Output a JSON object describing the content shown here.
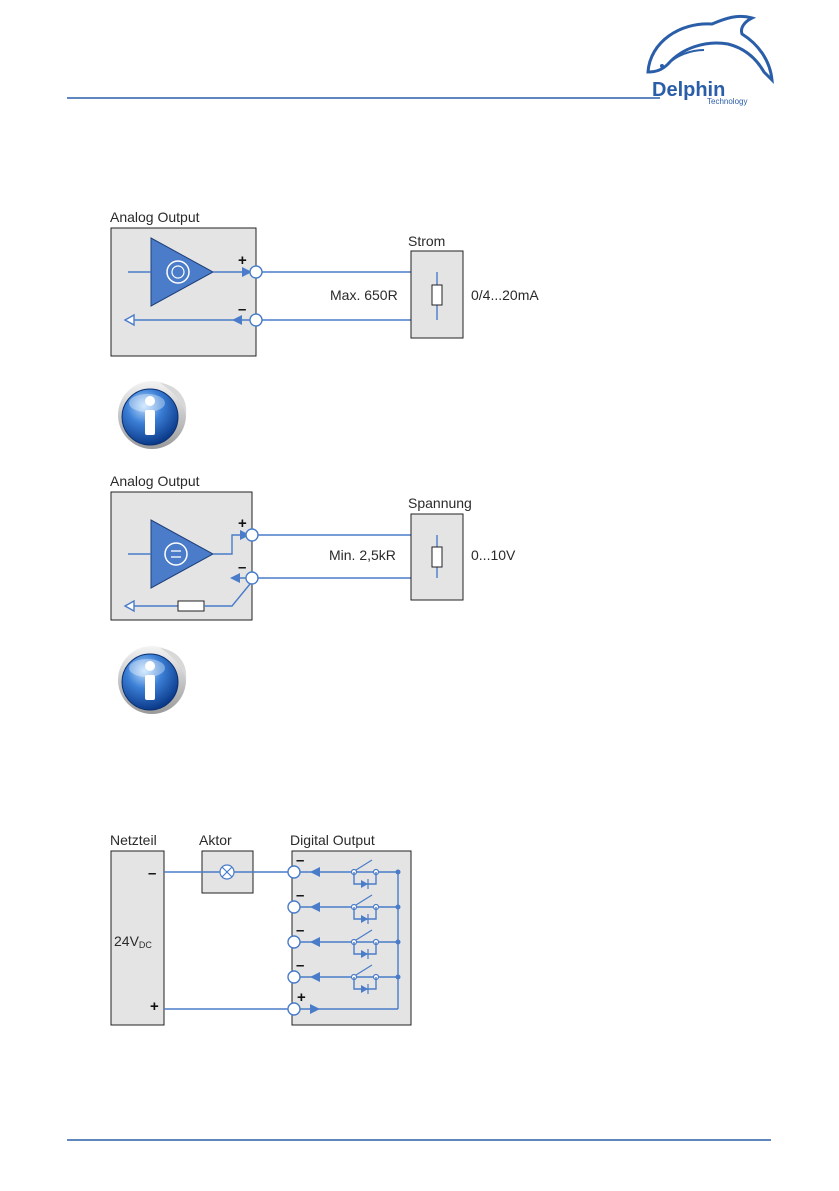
{
  "header": {
    "logo_name": "Delphin",
    "logo_sub": "Technology",
    "rule_color": "#2b5ea8"
  },
  "diagram_current": {
    "title": "Analog Output",
    "plus": "+",
    "minus": "–",
    "load_title": "Strom",
    "resistance": "Max. 650R",
    "range": "0/4...20mA"
  },
  "diagram_voltage": {
    "title": "Analog Output",
    "plus": "+",
    "minus": "–",
    "load_title": "Spannung",
    "resistance": "Min. 2,5kR",
    "range": "0...10V"
  },
  "diagram_digital": {
    "psu_title": "Netzteil",
    "psu_voltage": "24V",
    "psu_voltage_sub": "DC",
    "psu_minus": "–",
    "psu_plus": "+",
    "actor_title": "Aktor",
    "output_title": "Digital Output",
    "channel_minus": "–",
    "channel_plus": "+"
  },
  "icons": {
    "info_1": "info-icon",
    "info_2": "info-icon"
  },
  "colors": {
    "wire": "#4a7cc9",
    "amp_fill": "#4a7cc9",
    "box_fill": "#e4e4e4"
  }
}
